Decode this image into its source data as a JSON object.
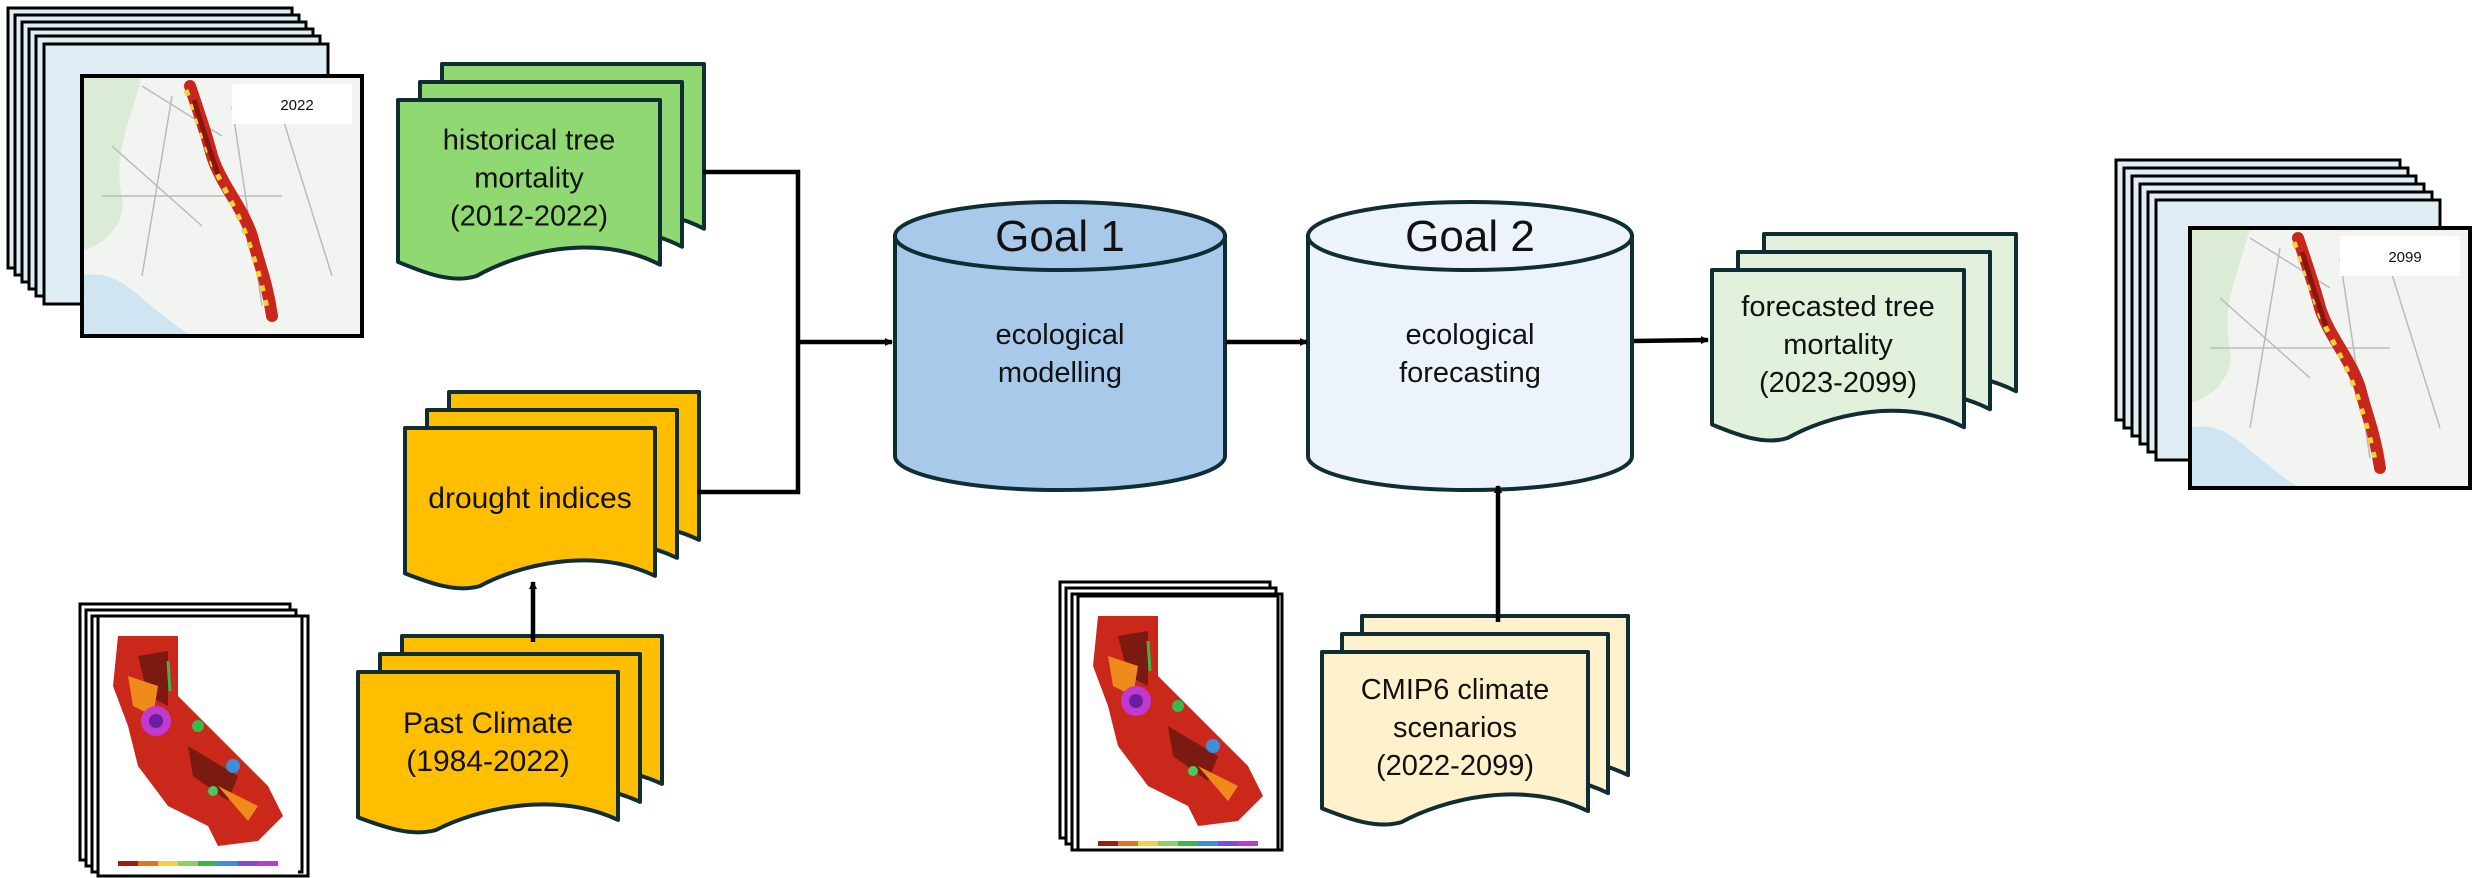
{
  "maps": {
    "mortality_year_label": "2022",
    "forecast_year_label": "2099"
  },
  "docs": {
    "historical": {
      "lines": [
        "historical tree",
        "mortality",
        "(2012-2022)"
      ],
      "fill": "#8fd872"
    },
    "drought": {
      "lines": [
        "drought indices"
      ],
      "fill": "#ffbf00"
    },
    "past_climate": {
      "lines": [
        "Past Climate",
        "(1984-2022)"
      ],
      "fill": "#ffbf00"
    },
    "cmip6": {
      "lines": [
        "CMIP6 climate",
        "scenarios",
        "(2022-2099)"
      ],
      "fill": "#fff1cc"
    },
    "forecasted": {
      "lines": [
        "forecasted tree",
        "mortality",
        "(2023-2099)"
      ],
      "fill": "#e2f1dc"
    }
  },
  "cylinders": {
    "goal1": {
      "title": "Goal 1",
      "lines": [
        "ecological",
        "modelling"
      ],
      "fill": "#a9c9ea"
    },
    "goal2": {
      "title": "Goal 2",
      "lines": [
        "ecological",
        "forecasting"
      ],
      "fill": "#edf3fa"
    }
  },
  "colors": {
    "stroke": "#0f2d33",
    "arrow": "#000000"
  }
}
